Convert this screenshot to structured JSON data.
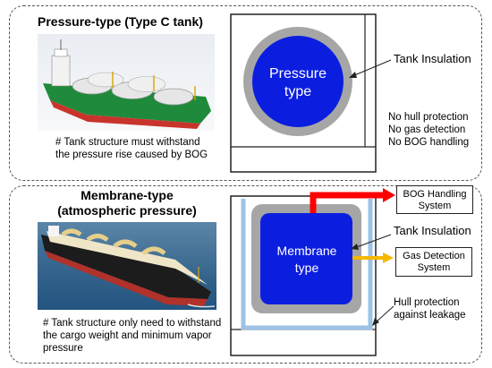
{
  "pressure": {
    "title": "Pressure-type (Type C tank)",
    "note": "# Tank structure must withstand the pressure rise caused by BOG",
    "tank_label_line1": "Pressure",
    "tank_label_line2": "type",
    "insulation_label": "Tank Insulation",
    "features": [
      "No hull protection",
      "No gas detection",
      "No BOG handling"
    ]
  },
  "membrane": {
    "title_line1": "Membrane-type",
    "title_line2": "(atmospheric pressure)",
    "note": "# Tank structure only need to withstand the cargo weight and minimum vapor pressure",
    "tank_label_line1": "Membrane",
    "tank_label_line2": "type",
    "insulation_label": "Tank Insulation",
    "bog_box_line1": "BOG  Handling",
    "bog_box_line2": "System",
    "gas_box_line1": "Gas Detection",
    "gas_box_line2": "System",
    "hull_label_line1": "Hull protection",
    "hull_label_line2": "against leakage"
  },
  "colors": {
    "tank_blue": "#0b1ee0",
    "insulation_gray": "#a6a6a6",
    "hull_blue": "#9dc3e6",
    "bog_arrow": "#ff0000",
    "gas_arrow": "#f5b800"
  },
  "icons": {
    "lpg_ship": "ship-illustration",
    "lng_ship": "ship-photo"
  }
}
